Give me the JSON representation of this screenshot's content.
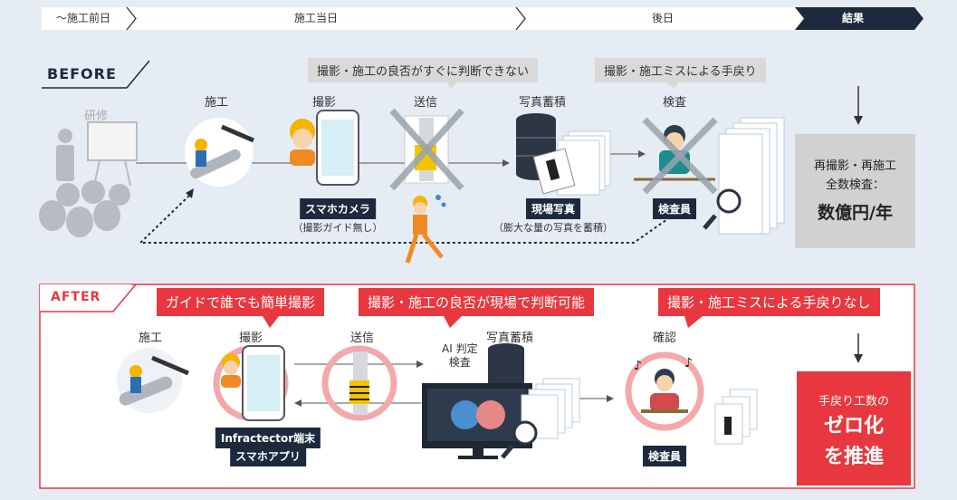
{
  "timeline": {
    "phases": [
      "〜施工前日",
      "施工当日",
      "後日",
      "結果"
    ]
  },
  "before": {
    "tag": "BEFORE",
    "callouts": [
      "撮影・施工の良否がすぐに判断できない",
      "撮影・施工ミスによる手戻り"
    ],
    "steps": {
      "training": "研修",
      "construction": "施工",
      "photo": "撮影",
      "send": "送信",
      "storage": "写真蓄積",
      "inspect": "検査"
    },
    "tags": {
      "camera": "スマホカメラ",
      "camera_note": "（撮影ガイド無し）",
      "site_photo": "現場写真",
      "site_photo_note": "（膨大な量の写真を蓄積）",
      "inspector": "検査員"
    },
    "result": {
      "line1": "再撮影・再施工",
      "line2": "全数検査：",
      "line3": "数億円/年"
    }
  },
  "after": {
    "tag": "AFTER",
    "callouts": [
      "ガイドで誰でも簡単撮影",
      "撮影・施工の良否が現場で判断可能",
      "撮影・施工ミスによる手戻りなし"
    ],
    "steps": {
      "construction": "施工",
      "photo": "撮影",
      "send": "送信",
      "storage": "写真蓄積",
      "confirm": "確認",
      "ai": "AI 判定\n検査"
    },
    "tags": {
      "app_line1": "Infractector端末",
      "app_line2": "スマホアプリ",
      "inspector": "検査員"
    },
    "result": {
      "line1": "手戻り工数の",
      "line2": "ゼロ化",
      "line3": "を推進"
    }
  },
  "colors": {
    "navy": "#1d2a3d",
    "red": "#e8373e",
    "grey_box": "#d1d1d1",
    "bg": "#e6ecf4"
  }
}
